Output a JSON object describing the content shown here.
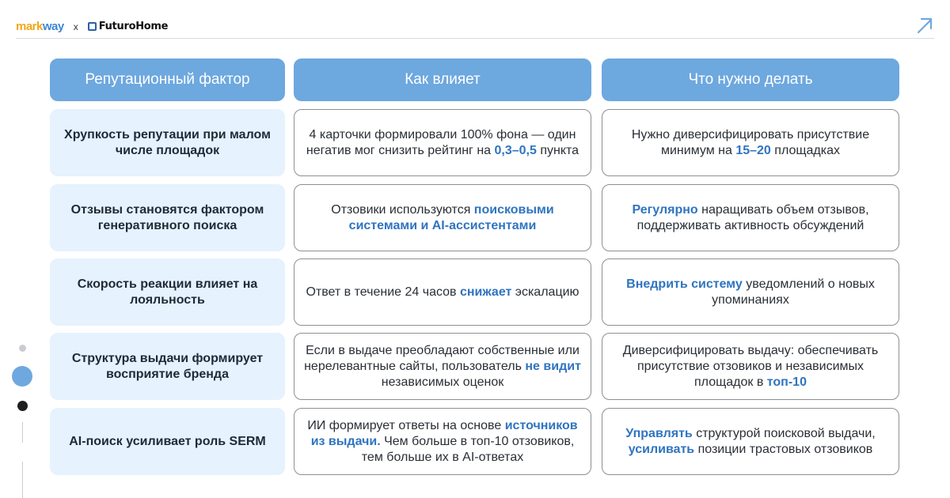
{
  "header": {
    "brand1_a": "mark",
    "brand1_b": "way",
    "separator": "x",
    "brand2": "FuturoHome",
    "arrow_icon": "arrow-up-right-icon"
  },
  "colors": {
    "accent": "#6da8df",
    "factor_bg": "#e6f2fd",
    "highlight": "#2f74c0"
  },
  "table": {
    "columns": [
      "Репутационный фактор",
      "Как влияет",
      "Что нужно делать"
    ],
    "rows": [
      {
        "factor": "Хрупкость репутации при малом числе площадок",
        "impact": [
          {
            "t": "4 карточки формировали 100% фона — один негатив мог снизить рейтинг на "
          },
          {
            "t": "0,3–0,5",
            "b": true
          },
          {
            "t": " пункта"
          }
        ],
        "action": [
          {
            "t": "Нужно диверсифицировать присутствие минимум на "
          },
          {
            "t": "15–20",
            "b": true
          },
          {
            "t": " площадках"
          }
        ]
      },
      {
        "factor": "Отзывы становятся фактором генеративного поиска",
        "impact": [
          {
            "t": "Отзовики используются "
          },
          {
            "t": "поисковыми системами и AI-ассистентами",
            "b": true
          }
        ],
        "action": [
          {
            "t": "Регулярно",
            "b": true
          },
          {
            "t": " наращивать объем отзывов, поддерживать активность обсуждений"
          }
        ]
      },
      {
        "factor": "Скорость реакции влияет на лояльность",
        "impact": [
          {
            "t": "Ответ в течение 24 часов "
          },
          {
            "t": "снижает",
            "b": true
          },
          {
            "t": " эскалацию"
          }
        ],
        "action": [
          {
            "t": "Внедрить систему",
            "b": true
          },
          {
            "t": " уведомлений о новых упоминаниях"
          }
        ]
      },
      {
        "factor": "Структура выдачи формирует восприятие бренда",
        "impact": [
          {
            "t": "Если в выдаче преобладают собственные или нерелевантные сайты, пользователь "
          },
          {
            "t": "не видит",
            "b": true
          },
          {
            "t": " независимых оценок"
          }
        ],
        "action": [
          {
            "t": "Диверсифицировать выдачу: обеспечивать присутствие отзовиков и независимых площадок в "
          },
          {
            "t": "топ-10",
            "b": true
          }
        ]
      },
      {
        "factor": "AI-поиск усиливает роль SERM",
        "impact": [
          {
            "t": "ИИ формирует ответы на основе "
          },
          {
            "t": "источников из выдачи.",
            "b": true
          },
          {
            "t": " Чем больше в топ-10 отзовиков, тем больше их в AI-ответах"
          }
        ],
        "action": [
          {
            "t": "Управлять",
            "b": true
          },
          {
            "t": " структурой поисковой выдачи, "
          },
          {
            "t": "усиливать",
            "b": true
          },
          {
            "t": " позиции трастовых отзовиков"
          }
        ]
      }
    ]
  },
  "pager": {
    "count": 3,
    "active": 2
  }
}
